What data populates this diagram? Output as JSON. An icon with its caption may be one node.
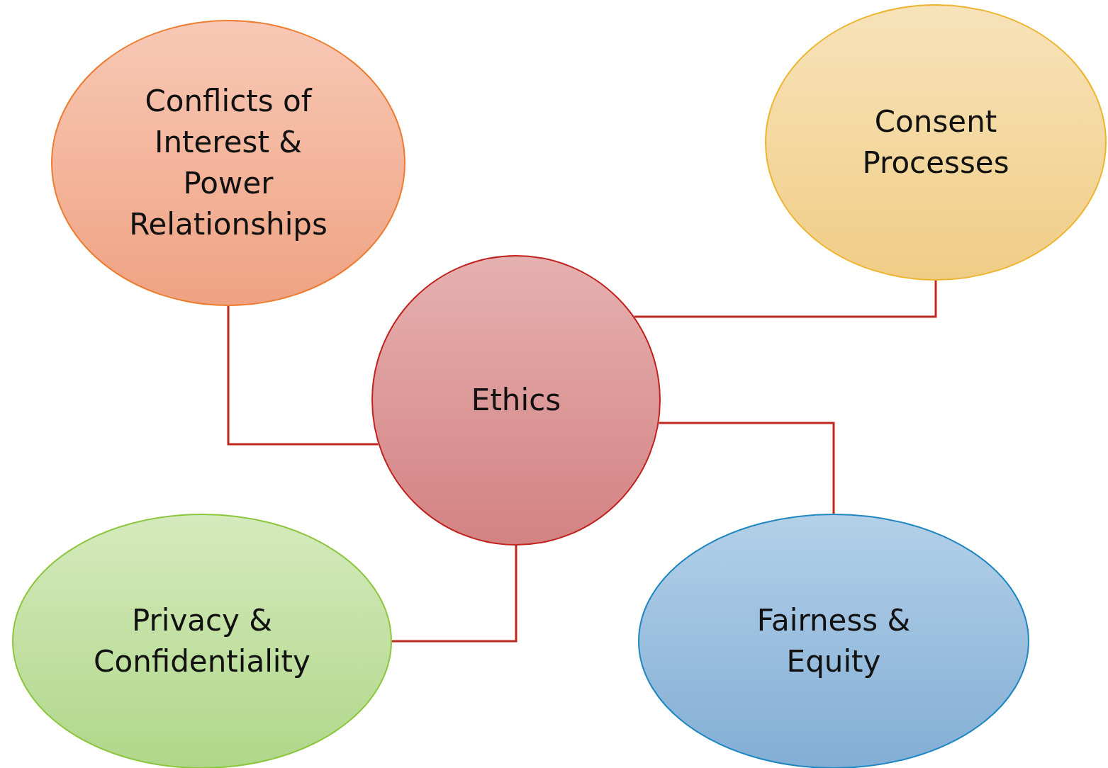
{
  "diagram": {
    "nodes": [
      {
        "text": [
          "Conflicts of Interest & Power Relationships"
        ]
      },
      {
        "text": [
          "Consent Processes"
        ]
      },
      {
        "text": [
          "Ethics"
        ]
      },
      {
        "text": [
          "Privacy & Confidentiality"
        ]
      },
      {
        "text": [
          "Fairness & Equity"
        ]
      }
    ],
    "edges": [
      {
        "from": 2,
        "to": 0,
        "arrow": "none"
      },
      {
        "from": 2,
        "to": 1,
        "arrow": "none"
      },
      {
        "from": 2,
        "to": 4,
        "arrow": "none"
      },
      {
        "from": 2,
        "to": 3,
        "arrow": "none"
      }
    ]
  }
}
